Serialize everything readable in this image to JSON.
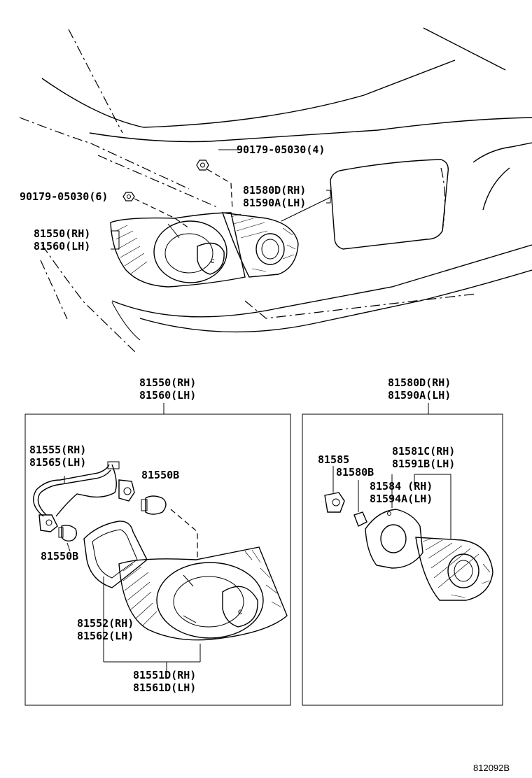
{
  "overview": {
    "bolt_top": "90179-05030(4)",
    "bolt_left": "90179-05030(6)",
    "rear_lamp_rh": "81580D(RH)",
    "rear_lamp_lh": "81590A(LH)",
    "tail_lamp_rh": "81550(RH)",
    "tail_lamp_lh": "81560(LH)"
  },
  "left_box": {
    "title_rh": "81550(RH)",
    "title_lh": "81560(LH)",
    "socket_rh": "81555(RH)",
    "socket_lh": "81565(LH)",
    "bulb_upper": "81550B",
    "bulb_lower": "81550B",
    "gasket_rh": "81552(RH)",
    "gasket_lh": "81562(LH)",
    "lens_rh": "81551D(RH)",
    "lens_lh": "81561D(LH)"
  },
  "right_box": {
    "title_rh": "81580D(RH)",
    "title_lh": "81590A(LH)",
    "socket": "81585",
    "bulb": "81580B",
    "lens_rh": "81581C(RH)",
    "lens_lh": "81591B(LH)",
    "gasket_rh": "81584 (RH)",
    "gasket_lh": "81594A(LH)"
  },
  "figure_code": "812092B"
}
